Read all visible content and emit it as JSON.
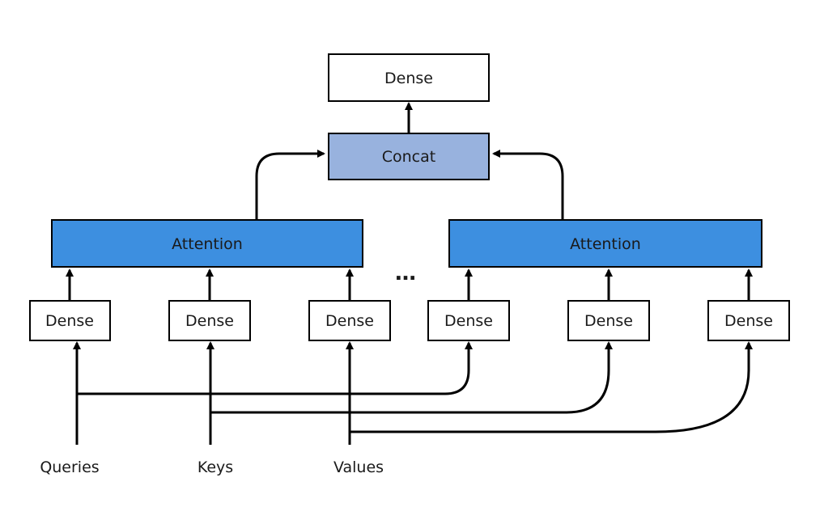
{
  "diagram": {
    "output_dense_label": "Dense",
    "concat_label": "Concat",
    "attention_labels": [
      "Attention",
      "Attention"
    ],
    "head_dense_labels": [
      "Dense",
      "Dense",
      "Dense",
      "Dense",
      "Dense",
      "Dense"
    ],
    "ellipsis": "…",
    "inputs": [
      "Queries",
      "Keys",
      "Values"
    ],
    "colors": {
      "concat_fill": "#98B2DE",
      "attention_fill": "#3D8FE0",
      "dense_fill": "#FFFFFF",
      "stroke": "#000000"
    }
  }
}
